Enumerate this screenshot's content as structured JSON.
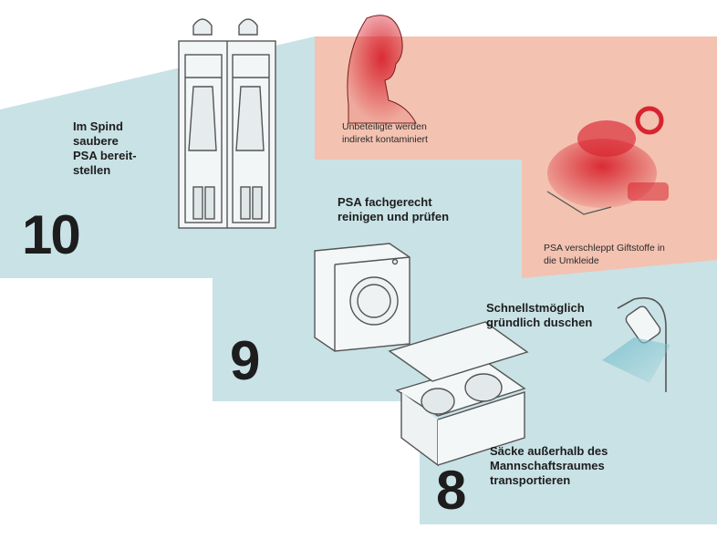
{
  "steps": [
    {
      "number": "10",
      "text": "Im Spind\nsaubere\nPSA bereit-\nstellen"
    },
    {
      "number": "9",
      "text": "PSA fachgerecht\nreinigen und prüfen"
    },
    {
      "number": "8",
      "text": "Säcke außerhalb des\nMannschaftsraumes\ntransportieren"
    }
  ],
  "shower_step": {
    "text": "Schnellstmöglich\ngründlich duschen"
  },
  "warnings": [
    {
      "text": "Unbeteiligte werden\nindirekt kontaminiert"
    },
    {
      "text": "PSA verschleppt Giftstoffe in\ndie Umkleide"
    }
  ],
  "colors": {
    "step_band": "#c9e2e6",
    "warning_band": "#f3c2b1",
    "contamination_red": "#d8242f",
    "line_art": "#555555"
  },
  "icons": [
    "locker-icon",
    "washing-machine-icon",
    "transport-box-icon",
    "shower-head-icon",
    "contaminated-person-icon",
    "contaminated-gear-icon"
  ]
}
